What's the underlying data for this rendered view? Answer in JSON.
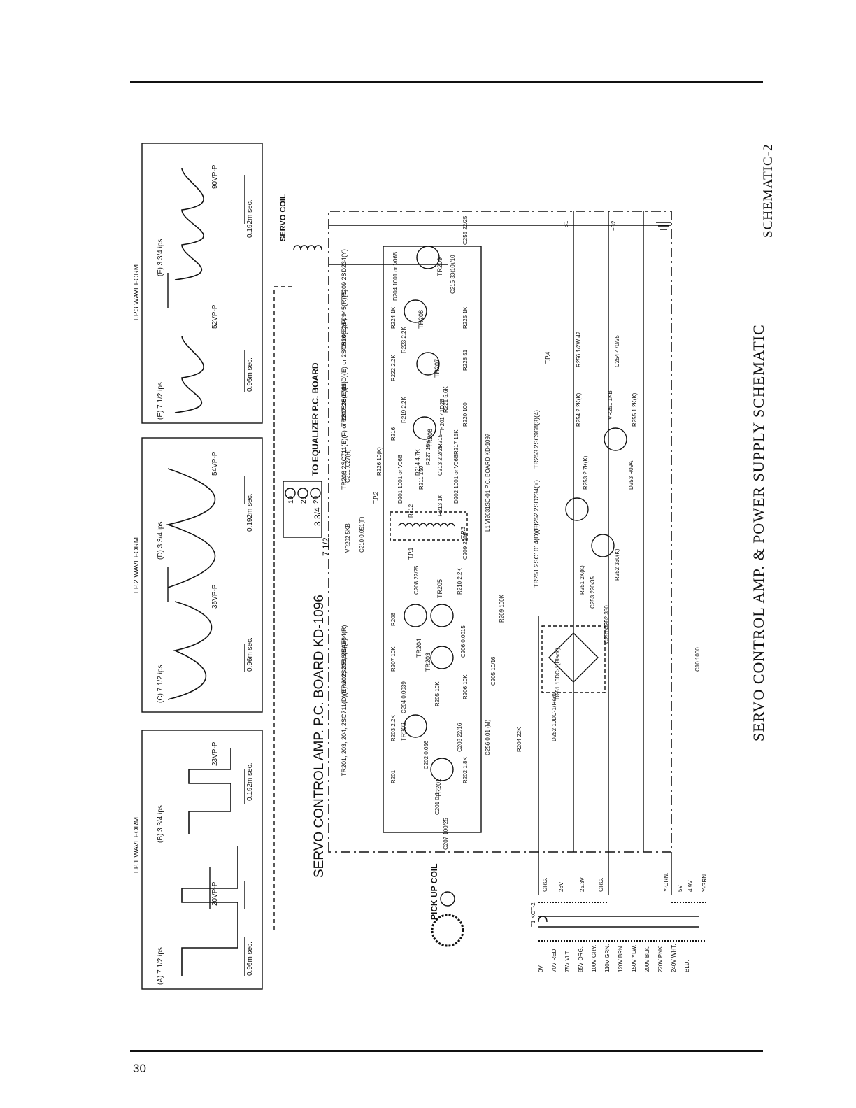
{
  "page_number": "30",
  "sheet_label": "SCHEMATIC-2",
  "schematic_title": "SERVO CONTROL AMP. & POWER SUPPLY SCHEMATIC",
  "board_title": "SERVO CONTROL AMP. P.C. BOARD KD-1096",
  "to_equalizer": "TO EQUALIZER P.C. BOARD",
  "servo_coil": "SERVO COIL",
  "pickup_coil": "PICK UP COIL",
  "equalizer_pins": [
    "19",
    "21",
    "20"
  ],
  "speed_select": {
    "s1": "7 1/2",
    "s2": "3 3/4"
  },
  "waveform_panels": [
    {
      "title": "T.P.1 WAVEFORM",
      "a_label": "(A) 7 1/2 ips",
      "a_time": "0.96m sec.",
      "a_amp": "20VP-P",
      "b_label": "(B) 3 3/4 ips",
      "b_time": "0.192m sec.",
      "b_amp": "23VP-P"
    },
    {
      "title": "T.P.2 WAVEFORM",
      "a_label": "(C) 7 1/2 ips",
      "a_time": "0.96m sec.",
      "a_amp": "35VP-P",
      "b_label": "(D) 3 3/4 ips",
      "b_time": "0.192m sec.",
      "b_amp": "54VP-P"
    },
    {
      "title": "T.P.3 WAVEFORM",
      "a_label": "(E) 7 1/2 ips",
      "a_time": "0.96m sec.",
      "a_amp": "52VP-P",
      "b_label": "(F) 3 3/4 ips",
      "b_time": "0.192m sec.",
      "b_amp": "90VP-P"
    }
  ],
  "transistor_notes": [
    "TR201, 203, 204, 2SC711(D)(E) or 2SC536(E)(F)",
    "TR202, 205, 2SA564(R)",
    "TR206 2SC711(E)(F) or 2SC536(E)(H)",
    "TR207 2SC711(D)(E) or 2SC536(E)(F)",
    "TR208 2SC945(R)(S)",
    "TR209 2SD234(Y)",
    "TR251 2SC1014(D)(E)",
    "TR252 2SD234(Y)",
    "TR253 2SC968(3)(4)"
  ],
  "transistors": [
    "TR201",
    "TR202",
    "TR203",
    "TR204",
    "TR205",
    "TR206",
    "TR207",
    "TR208",
    "TR209"
  ],
  "resistors_row1": [
    "R201",
    "R203 2.2K",
    "R205 10K",
    "R207 10K",
    "R208",
    "R210 2.2K",
    "R211 150",
    "R214 4.7K",
    "R216",
    "R219 2.2K",
    "R222 2.2K",
    "R223 2.2K",
    "R224 1K"
  ],
  "resistors_row2": [
    "R202 1.8K",
    "R206 10K",
    "R209 100K",
    "R212",
    "R213 1K",
    "R215",
    "R217 15K",
    "R220 100",
    "R221 5.6K",
    "R228 51",
    "R225 1K"
  ],
  "capacitors_row": [
    "C207 100/25",
    "C201 0.1",
    "C202 0.056",
    "C203 22/16",
    "C204 0.0039",
    "C205 10/16",
    "C206 0.0015",
    "C208 22/25",
    "C209 220P",
    "C213 2.2/25",
    "C215 33(10)/10",
    "C255 22/25"
  ],
  "misc_parts": {
    "c256": "C256 0.01 (M)",
    "r204": "R204 22K",
    "vr202": "VR202 5KB",
    "c210": "C210 0.051(F)",
    "c211": "C211 .027(H)",
    "r226": "R226 10(K)",
    "l1": "L1 VI2031SC-01 P.C. BOARD KD-1097",
    "d201": "D201 1001 or V06B",
    "d202": "D202 1001 or V06B",
    "d204": "D204 1001 or V06B",
    "th201": "TH201 41D28",
    "r227": "R227 15K",
    "tp1": "T.P.1",
    "tp2": "T.P.2",
    "tp3": "T.P.3",
    "tp4": "T.P.4"
  },
  "power_parts": {
    "d251": "D251 10DC-1(Black)",
    "d252": "D252 10DC-1(Red)",
    "c10": "C10 1000",
    "c251": "C251 330",
    "c252": "C252 330",
    "c253": "C253 220/35",
    "r251": "R251 2K(K)",
    "r252": "R252 330(K)",
    "r253": "R253 2.7K(K)",
    "d253": "D253 R09A",
    "r254": "R254 2.2K(K)",
    "r255": "R255 1.2K(K)",
    "vr251": "VR251 1KB",
    "r256": "R256 1/2W 47",
    "c254": "C254 470/25",
    "b1": "+B1",
    "b2": "+B2"
  },
  "transformer": {
    "name": "T1 KOT-2",
    "primary_taps": [
      "0V",
      "70V RED",
      "75V VLT.",
      "85V ORG.",
      "100V GRY.",
      "110V GRN.",
      "120V BRN.",
      "150V YLW.",
      "200V BLK.",
      "220V PNK.",
      "240V WHT.",
      "BLU."
    ],
    "sec1": [
      "ORG.",
      "26V",
      "25.3V",
      "ORG."
    ],
    "sec2": [
      "Y-GRN.",
      "5V",
      "4.9V",
      "Y-GRN."
    ]
  },
  "colors": {
    "ink": "#111111",
    "paper": "#ffffff"
  }
}
